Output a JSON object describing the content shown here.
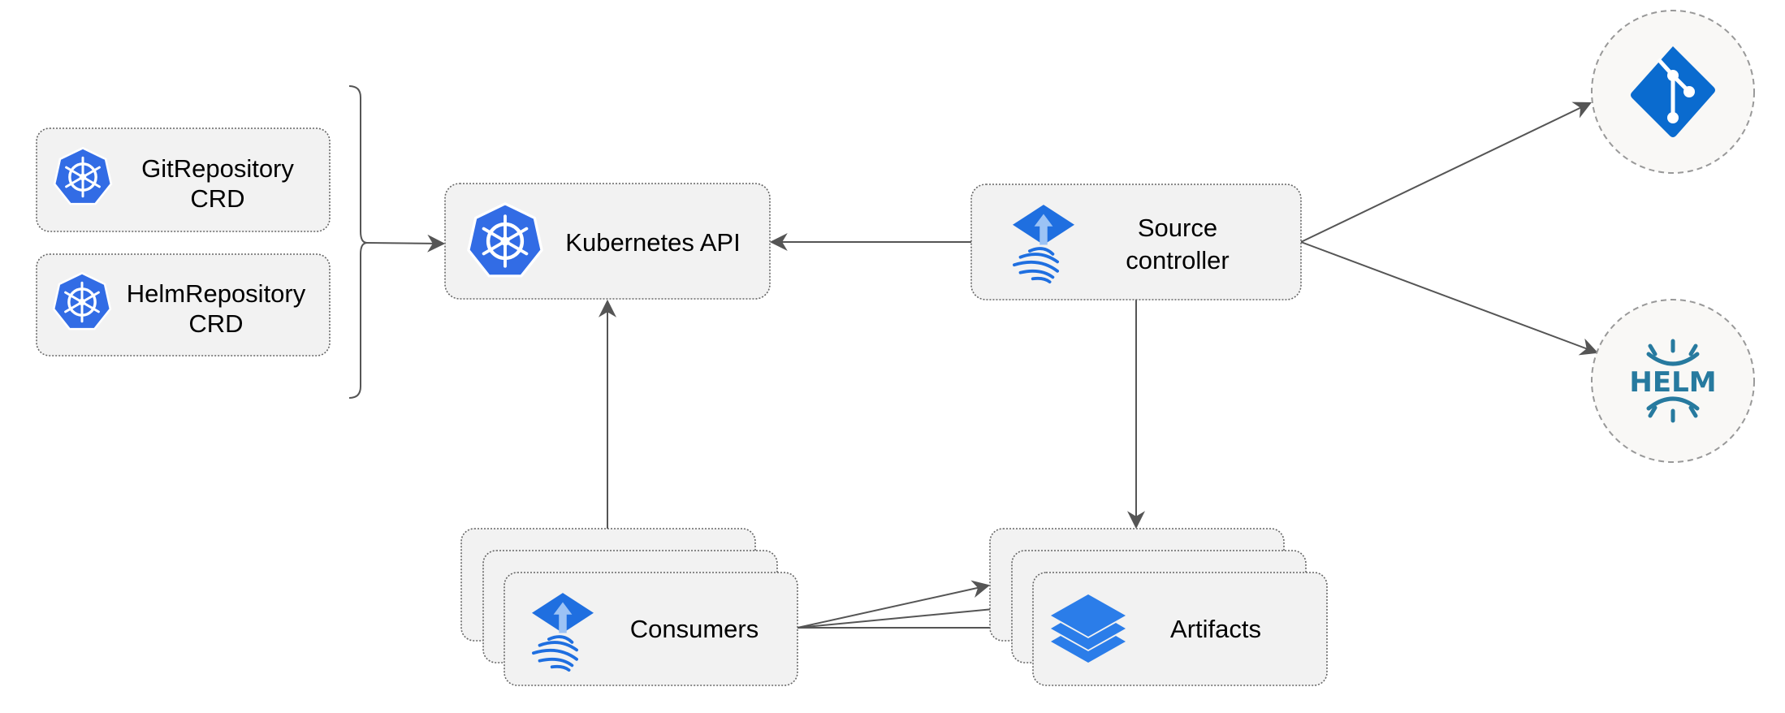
{
  "nodes": {
    "git_repository_crd": {
      "line1": "GitRepository",
      "line2": "CRD",
      "icon": "kubernetes-icon"
    },
    "helm_repository_crd": {
      "line1": "HelmRepository",
      "line2": "CRD",
      "icon": "kubernetes-icon"
    },
    "kubernetes_api": {
      "label": "Kubernetes API",
      "icon": "kubernetes-icon"
    },
    "source_controller": {
      "line1": "Source",
      "line2": "controller",
      "icon": "flux-icon"
    },
    "git": {
      "icon": "git-icon"
    },
    "helm": {
      "label": "HELM",
      "icon": "helm-icon"
    },
    "consumers": {
      "label": "Consumers",
      "icon": "flux-icon"
    },
    "artifacts": {
      "label": "Artifacts",
      "icon": "layers-icon"
    }
  },
  "edges": [
    {
      "from": "crds",
      "to": "kubernetes_api"
    },
    {
      "from": "source_controller",
      "to": "kubernetes_api"
    },
    {
      "from": "consumers",
      "to": "kubernetes_api"
    },
    {
      "from": "source_controller",
      "to": "git"
    },
    {
      "from": "source_controller",
      "to": "helm"
    },
    {
      "from": "source_controller",
      "to": "artifacts"
    },
    {
      "from": "consumers",
      "to": "artifacts"
    }
  ],
  "colors": {
    "k8s_blue": "#326ce5",
    "flux_blue": "#1f6fe0",
    "git_blue": "#0a6bcf",
    "helm_teal": "#277a9f",
    "box_fill": "#f2f2f2",
    "edge": "#555555"
  }
}
